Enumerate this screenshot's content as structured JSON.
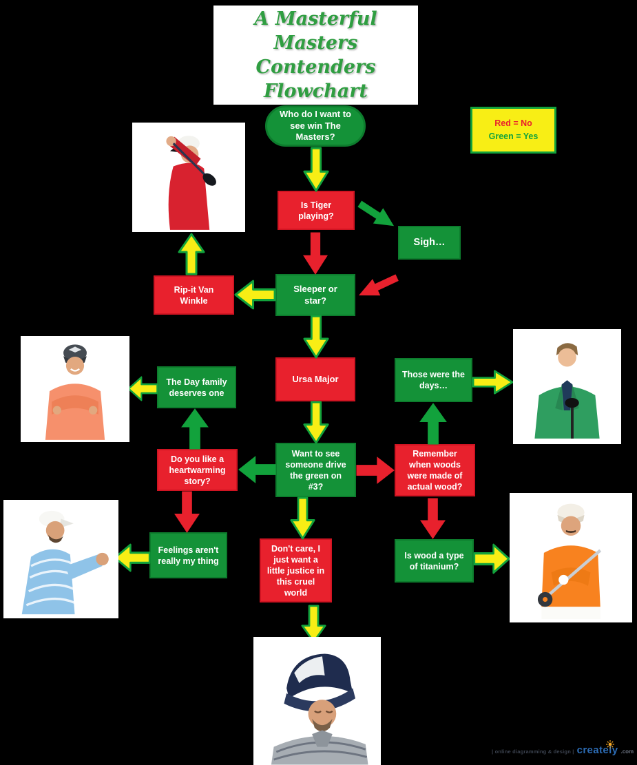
{
  "canvas": {
    "background": "#000000"
  },
  "title": {
    "line1": "A Masterful",
    "line2": "Masters Contenders",
    "line3": "Flowchart",
    "color": "#2f9e41"
  },
  "legend": {
    "red_label": "Red = No",
    "green_label": "Green = Yes",
    "bg": "#f8ee15",
    "border": "#12a23c"
  },
  "colors": {
    "box_red": "#e8212d",
    "box_green": "#149238",
    "arrow_yellow": "#f8ee15",
    "arrow_green": "#12a23c",
    "arrow_red": "#e8212d"
  },
  "nodes": {
    "start": {
      "text": "Who do I want to see win The Masters?",
      "kind": "green"
    },
    "tiger": {
      "text": "Is Tiger playing?",
      "kind": "red"
    },
    "sigh": {
      "text": "Sigh…",
      "kind": "green"
    },
    "ripit": {
      "text": "Rip-it Van Winkle",
      "kind": "red"
    },
    "sleeper": {
      "text": "Sleeper or star?",
      "kind": "green"
    },
    "ursa": {
      "text": "Ursa Major",
      "kind": "red"
    },
    "day_family": {
      "text": "The Day family deserves one",
      "kind": "green"
    },
    "those_days": {
      "text": "Those were the days…",
      "kind": "green"
    },
    "heartwarming": {
      "text": "Do you like  a heartwarming story?",
      "kind": "red"
    },
    "drive_green": {
      "text": "Want to see someone drive the green on #3?",
      "kind": "green"
    },
    "remember_woods": {
      "text": "Remember when woods were made of actual wood?",
      "kind": "red"
    },
    "feelings": {
      "text": "Feelings aren't really my thing",
      "kind": "green"
    },
    "dont_care": {
      "text": "Don't care, I just want a little justice in this cruel world",
      "kind": "red"
    },
    "wood_titanium": {
      "text": "Is wood a type of titanium?",
      "kind": "green"
    }
  },
  "photos": {
    "top_left": {
      "alt": "Golfer in red shirt and white cap mid-swing"
    },
    "mid_left": {
      "alt": "Smiling golfer in coral polo and dark cap with arms crossed"
    },
    "mid_right": {
      "alt": "Golfer in green jacket speaking at a microphone"
    },
    "bottom_left": {
      "alt": "Golfer in blue striped polo and white cap pumping fist"
    },
    "bottom_right": {
      "alt": "Golfer in orange polo and white cap holding a driver"
    },
    "bottom_center": {
      "alt": "Golfer in dark and white cap looking down"
    }
  },
  "watermark": {
    "caption": "| online diagramming & design |",
    "brand": "creately",
    "tld": ".com",
    "sun_icon_color": "#f5a623"
  }
}
